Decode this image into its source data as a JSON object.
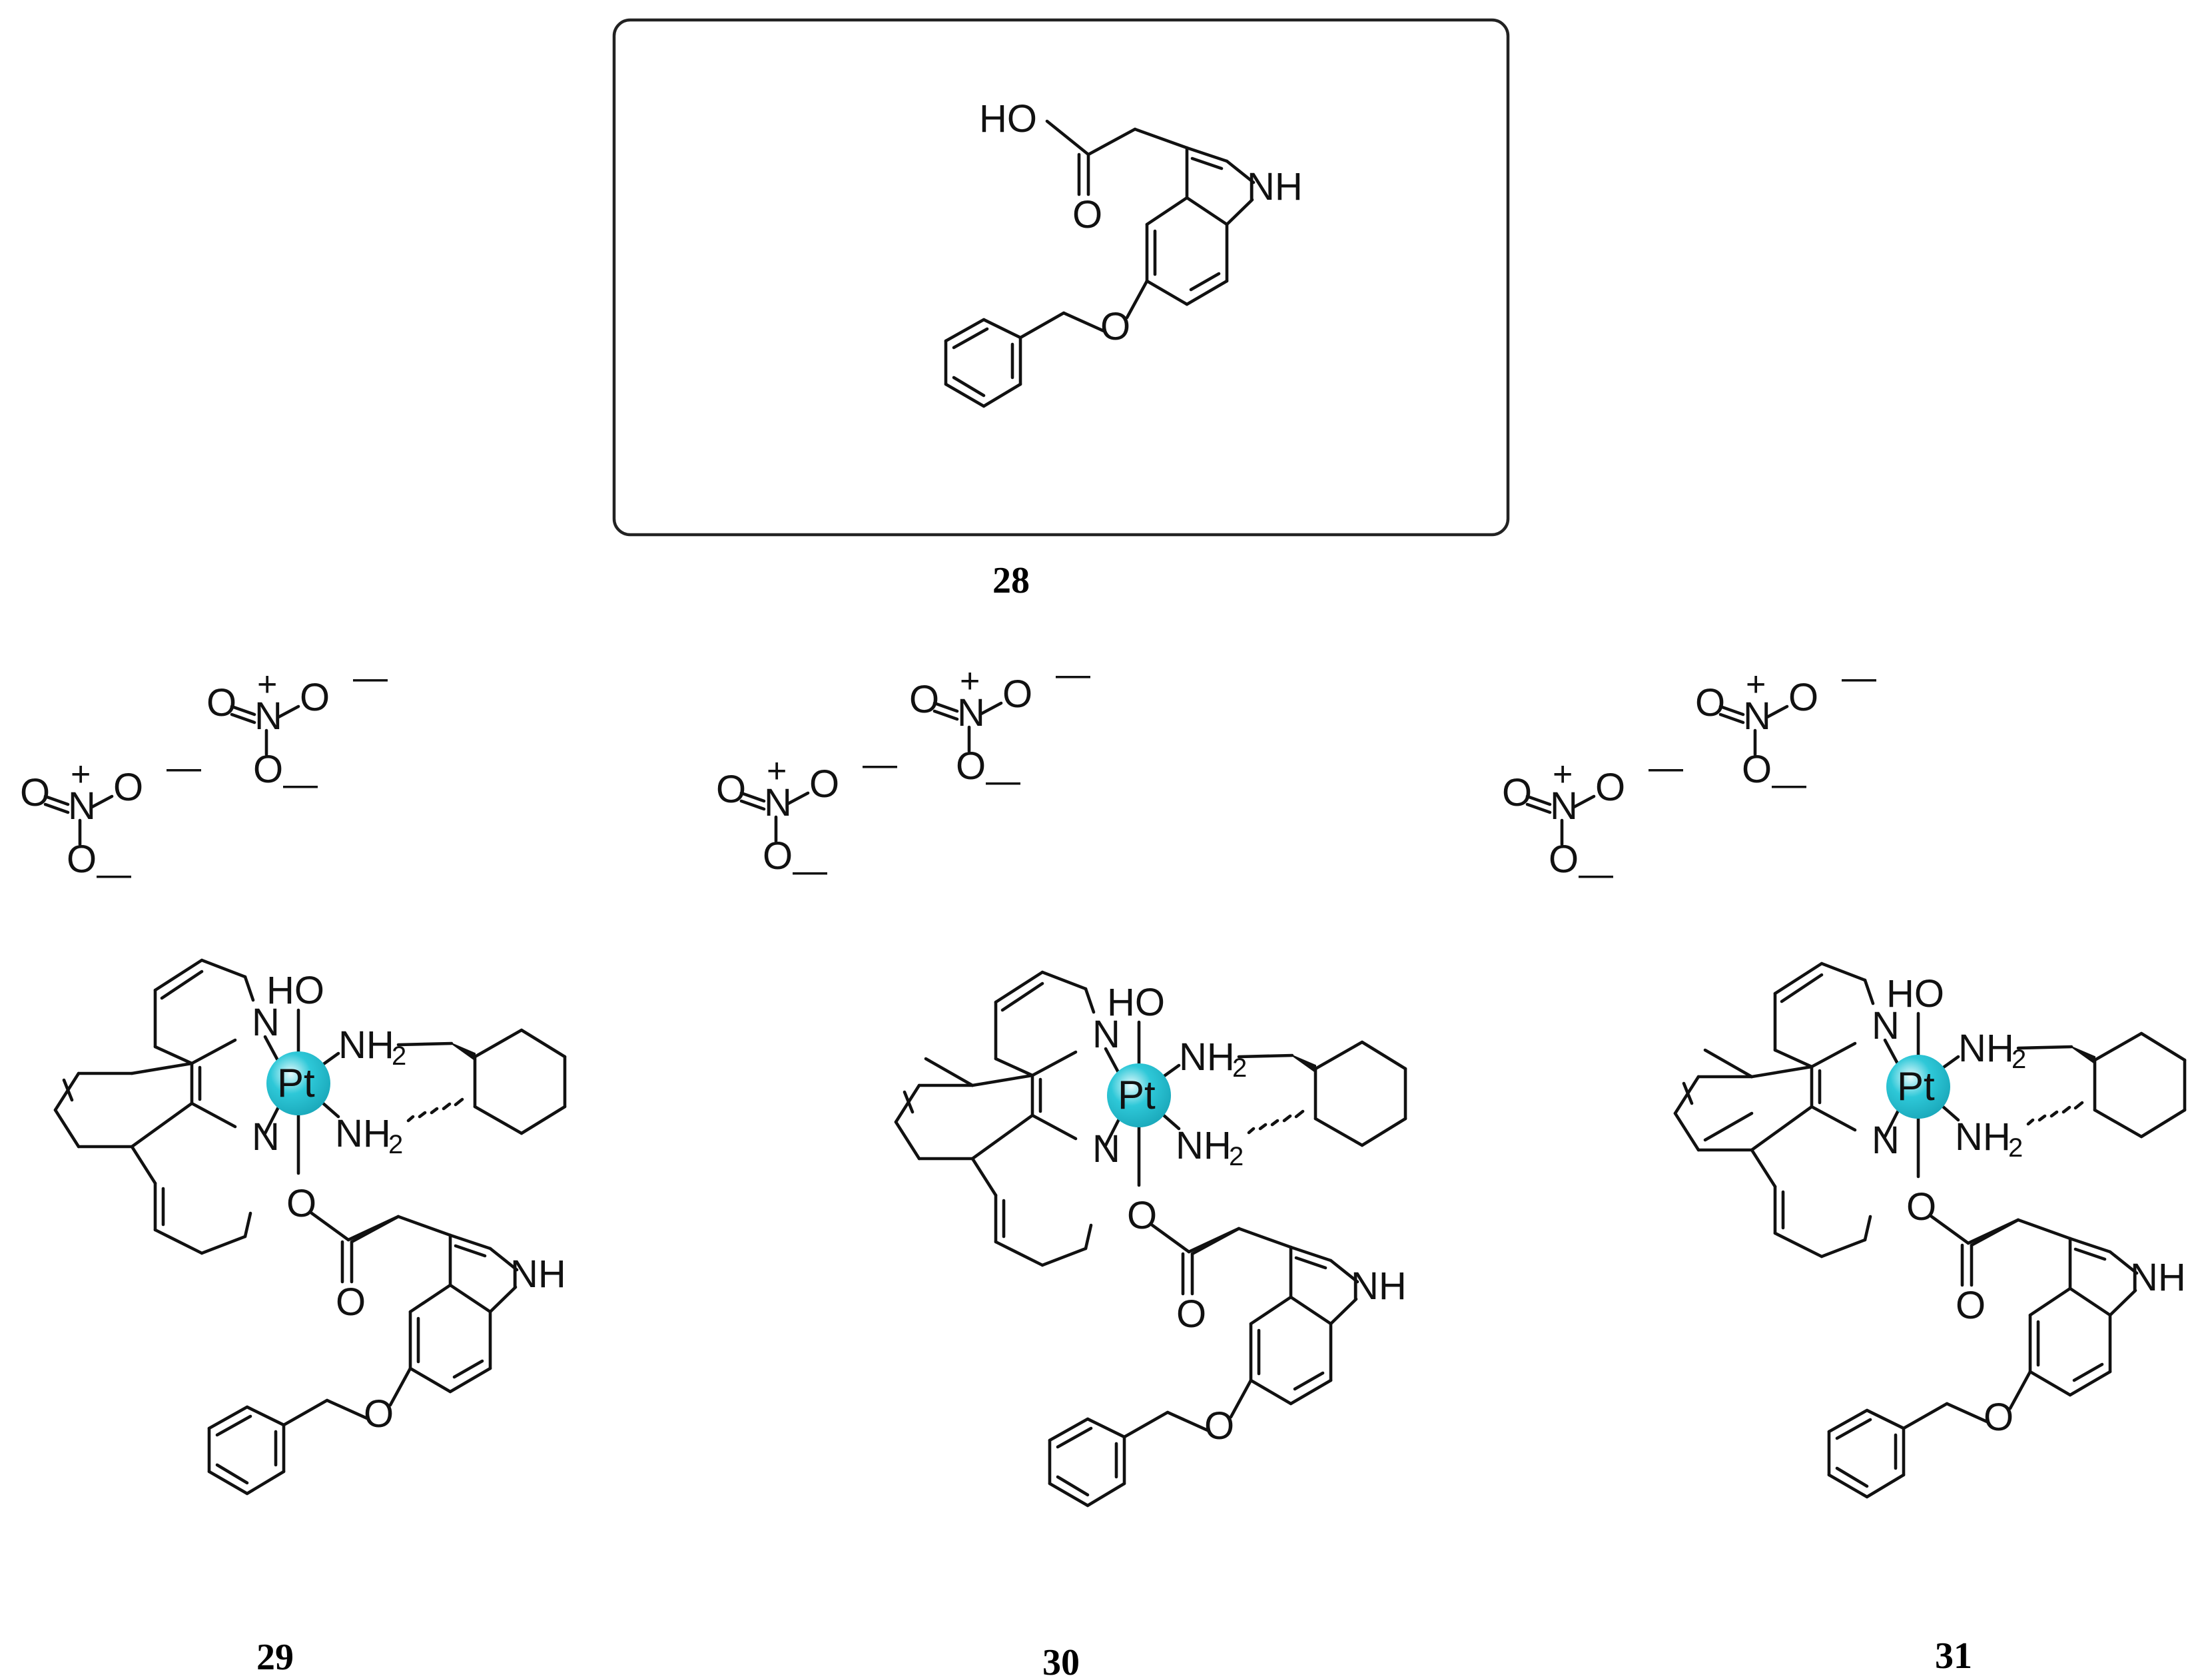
{
  "figure": {
    "pt_color": "#2ec8d8",
    "compounds": [
      {
        "id": "compound-28",
        "label": "28",
        "boxed": true
      },
      {
        "id": "compound-29",
        "label": "29",
        "methyls": 0
      },
      {
        "id": "compound-30",
        "label": "30",
        "methyls": 1
      },
      {
        "id": "compound-31",
        "label": "31",
        "methyls": 2
      }
    ],
    "atoms": {
      "acid_oh": "HO",
      "carbonyl_o": "O",
      "ether_o": "O",
      "indole_nh": "NH",
      "phen_n": "N",
      "metal": "Pt",
      "axial_oh": "HO",
      "amine_nh": "NH",
      "amine_sub": "2",
      "nitrate_n": "N",
      "nitrate_o": "O",
      "plus": "+",
      "minus": "—"
    }
  }
}
